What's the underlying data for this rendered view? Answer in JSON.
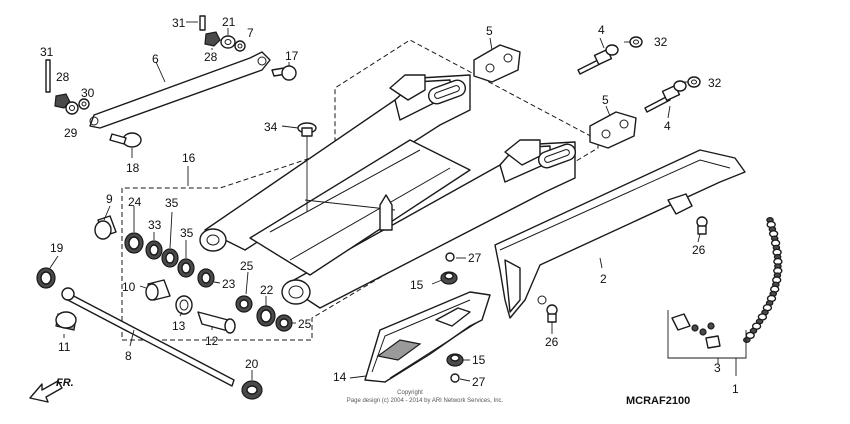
{
  "diagram_code": "MCRAF2100",
  "copyright": {
    "line1": "Copyright",
    "line2": "Page design (c) 2004 - 2014 by ARI Network Services, Inc."
  },
  "direction_label": "FR.",
  "callouts": {
    "c1": "1",
    "c2": "2",
    "c3": "3",
    "c4a": "4",
    "c4b": "4",
    "c5a": "5",
    "c5b": "5",
    "c6": "6",
    "c7": "7",
    "c8": "8",
    "c9": "9",
    "c10": "10",
    "c11": "11",
    "c12": "12",
    "c13": "13",
    "c14": "14",
    "c15a": "15",
    "c15b": "15",
    "c16": "16",
    "c17": "17",
    "c18": "18",
    "c19": "19",
    "c20": "20",
    "c21": "21",
    "c22": "22",
    "c23": "23",
    "c24": "24",
    "c25a": "25",
    "c25b": "25",
    "c26a": "26",
    "c26b": "26",
    "c27a": "27",
    "c27b": "27",
    "c28a": "28",
    "c28b": "28",
    "c29": "29",
    "c30": "30",
    "c31a": "31",
    "c31b": "31",
    "c32a": "32",
    "c32b": "32",
    "c33": "33",
    "c34": "34",
    "c35a": "35",
    "c35b": "35"
  }
}
